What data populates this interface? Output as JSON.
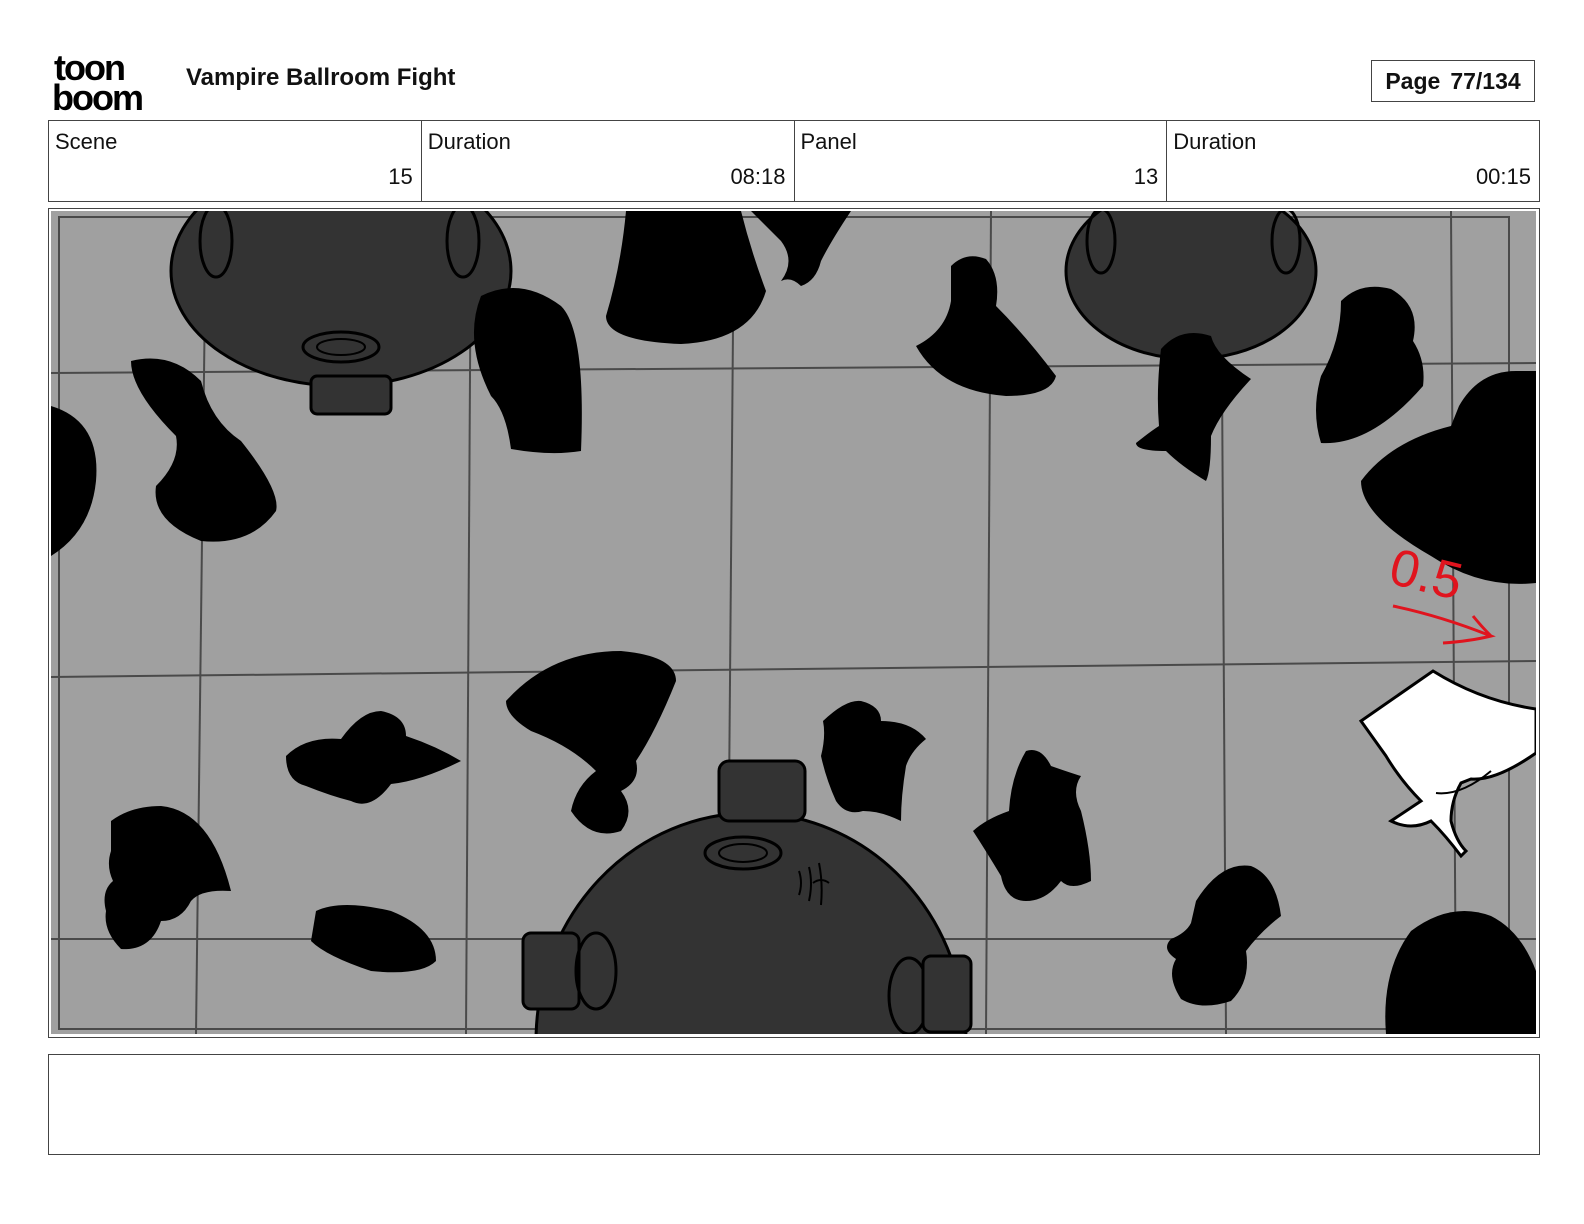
{
  "brand": {
    "logo_line1": "toon",
    "logo_line2": "boom",
    "logo_icon": "toon-boom-logo"
  },
  "header": {
    "title": "Vampire Ballroom Fight"
  },
  "page": {
    "label": "Page",
    "number": "77/134"
  },
  "info": {
    "scene_label": "Scene",
    "scene_value": "15",
    "scene_duration_label": "Duration",
    "scene_duration_value": "08:18",
    "panel_label": "Panel",
    "panel_value": "13",
    "panel_duration_label": "Duration",
    "panel_duration_value": "00:15"
  },
  "panel": {
    "annotation": "0.5",
    "colors": {
      "floor": "#a0a0a0",
      "grid": "#4a4a4a",
      "drum": "#333333",
      "silhouette": "#000000",
      "annotation": "#e0141e"
    }
  },
  "notes": {
    "text": ""
  }
}
